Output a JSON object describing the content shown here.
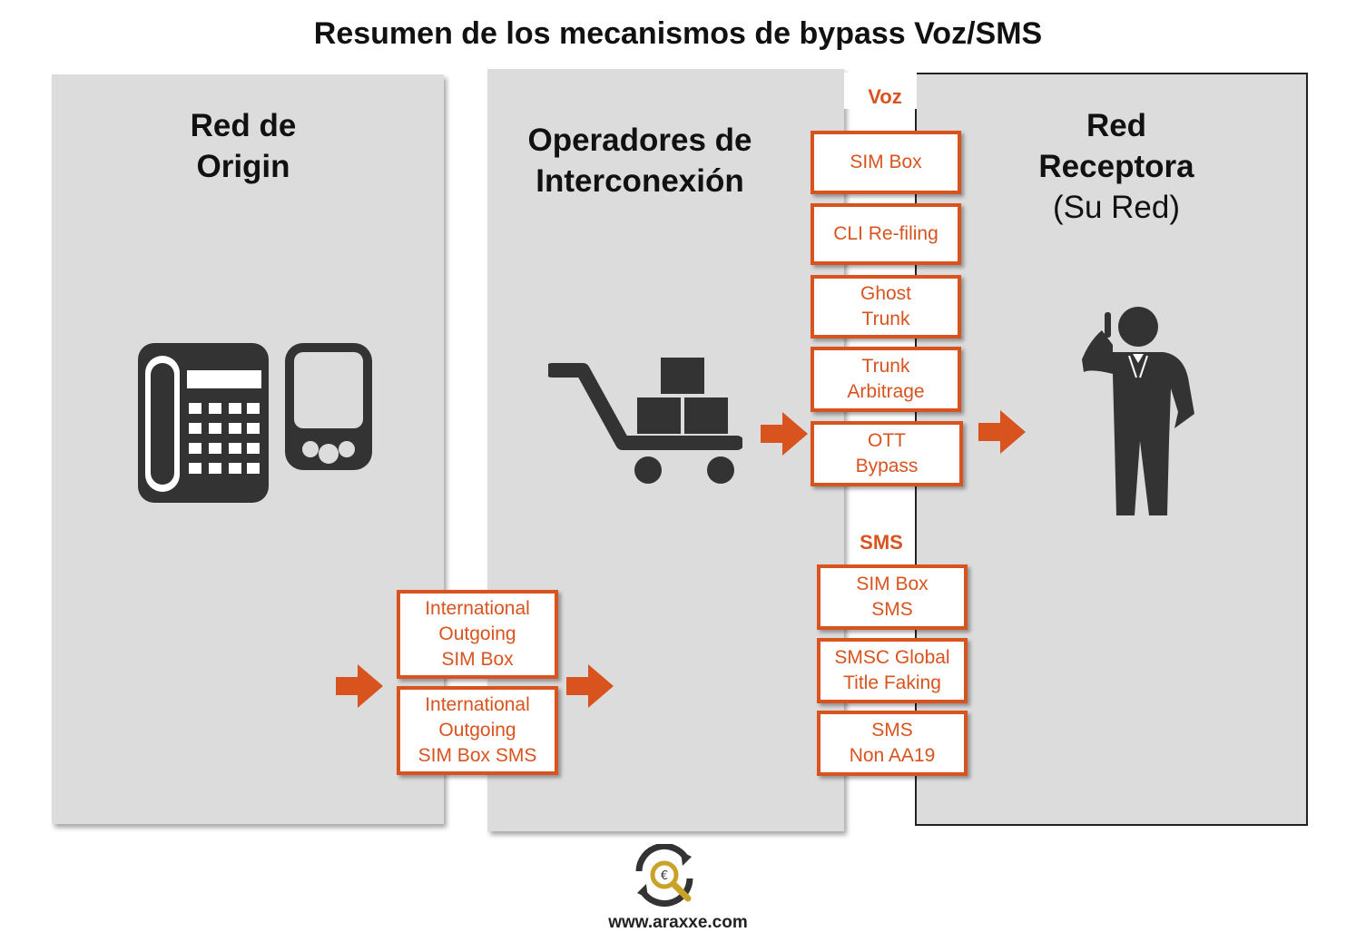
{
  "title": "Resumen de los mecanismos de bypass Voz/SMS",
  "panels": {
    "origin": {
      "line1": "Red de",
      "line2": "Origin"
    },
    "interconnect": {
      "line1": "Operadores de",
      "line2": "Interconexión"
    },
    "receiver": {
      "line1": "Red",
      "line2": "Receptora",
      "line3": "(Su Red)"
    }
  },
  "voice": {
    "label": "Voz",
    "items": [
      "SIM Box",
      "CLI Re-filing",
      "Ghost\nTrunk",
      "Trunk\nArbitrage",
      "OTT\nBypass"
    ]
  },
  "sms": {
    "label": "SMS",
    "items": [
      "SIM Box\nSMS",
      "SMSC Global\nTitle Faking",
      "SMS\nNon AA19"
    ]
  },
  "outgoing": {
    "items": [
      "International\nOutgoing\nSIM Box",
      "International\nOutgoing\nSIM Box SMS"
    ]
  },
  "icons": [
    "desk-phone-icon",
    "mobile-phone-icon",
    "cart-icon",
    "person-on-phone-icon",
    "araxxe-logo-icon",
    "arrow-right-icon"
  ],
  "colors": {
    "accent": "#d9531e",
    "panel": "#dcdcdc",
    "icon": "#333333"
  },
  "footer": {
    "url": "www.araxxe.com"
  }
}
